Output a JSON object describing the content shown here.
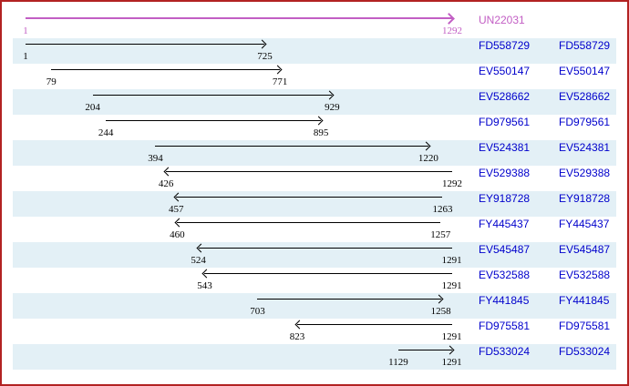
{
  "viewer": {
    "border_color": "#B22222",
    "background_color": "#FFFFFF",
    "band_color": "#E3F0F6",
    "reference_color": "#C25EC4",
    "read_color": "#000000",
    "accession_link_color": "#0000CC"
  },
  "chart_data": {
    "type": "bar",
    "subtype": "horizontal-range-arrow-alignment-map",
    "title": "",
    "xlabel": "",
    "ylabel": "",
    "x_domain": [
      1,
      1292
    ],
    "grid": false,
    "legend": false,
    "row_banding": "alternate-light-blue",
    "label_columns": 2,
    "rows": [
      {
        "label": "UN22031",
        "start": 1,
        "end": 1292,
        "direction": "right",
        "reference": true
      },
      {
        "label": "FD558729",
        "start": 1,
        "end": 725,
        "direction": "right",
        "reference": false
      },
      {
        "label": "EV550147",
        "start": 79,
        "end": 771,
        "direction": "right",
        "reference": false
      },
      {
        "label": "EV528662",
        "start": 204,
        "end": 929,
        "direction": "right",
        "reference": false
      },
      {
        "label": "FD979561",
        "start": 244,
        "end": 895,
        "direction": "right",
        "reference": false
      },
      {
        "label": "EV524381",
        "start": 394,
        "end": 1220,
        "direction": "right",
        "reference": false
      },
      {
        "label": "EV529388",
        "start": 426,
        "end": 1292,
        "direction": "left",
        "reference": false
      },
      {
        "label": "EY918728",
        "start": 457,
        "end": 1263,
        "direction": "left",
        "reference": false
      },
      {
        "label": "FY445437",
        "start": 460,
        "end": 1257,
        "direction": "left",
        "reference": false
      },
      {
        "label": "EV545487",
        "start": 524,
        "end": 1291,
        "direction": "left",
        "reference": false
      },
      {
        "label": "EV532588",
        "start": 543,
        "end": 1291,
        "direction": "left",
        "reference": false
      },
      {
        "label": "FY441845",
        "start": 703,
        "end": 1258,
        "direction": "right",
        "reference": false
      },
      {
        "label": "FD975581",
        "start": 823,
        "end": 1291,
        "direction": "left",
        "reference": false
      },
      {
        "label": "FD533024",
        "start": 1129,
        "end": 1291,
        "direction": "right",
        "reference": false
      }
    ]
  }
}
